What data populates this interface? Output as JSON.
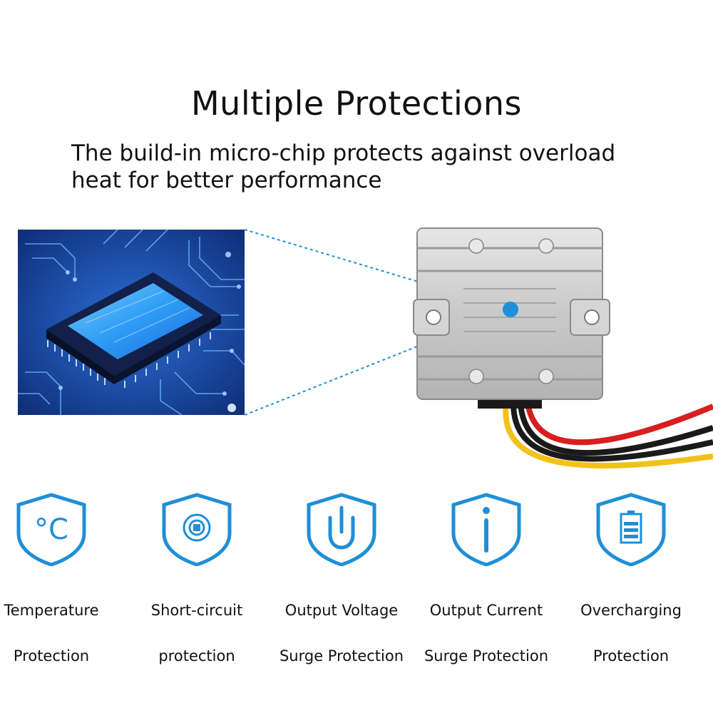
{
  "header": {
    "title": "Multiple Protections",
    "subtitle_line1": "The build-in micro-chip protects against overload",
    "subtitle_line2": "heat for better performance"
  },
  "colors": {
    "accent": "#1e8fd8",
    "chip_glow": "#39a9ff",
    "board": "#1b3e8f",
    "wire_red": "#d81e1e",
    "wire_black": "#1a1a1a",
    "wire_yellow": "#f2c21b"
  },
  "features": [
    {
      "icon": "celsius-icon",
      "label_line1": "Temperature",
      "label_line2": "Protection"
    },
    {
      "icon": "short-circuit-icon",
      "label_line1": "Short-circuit",
      "label_line2": "protection"
    },
    {
      "icon": "power-icon",
      "label_line1": "Output Voltage",
      "label_line2": "Surge Protection"
    },
    {
      "icon": "info-icon",
      "label_line1": "Output Current",
      "label_line2": "Surge Protection"
    },
    {
      "icon": "battery-icon",
      "label_line1": "Overcharging",
      "label_line2": "Protection"
    }
  ],
  "icon_glyphs": {
    "celsius": "°C"
  }
}
